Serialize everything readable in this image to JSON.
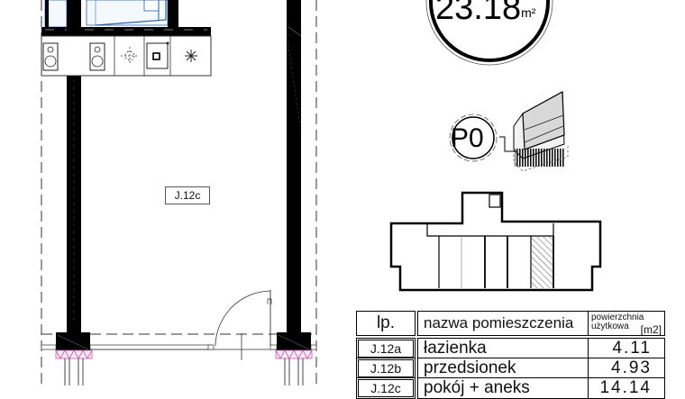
{
  "floor_plan": {
    "room_label": "J.12c",
    "total_area": {
      "value": "23.18",
      "unit": "m²"
    },
    "floor_marker": "P0",
    "kitchen_appliances": [
      "fridge-icon",
      "fridge-icon",
      "hob-icon",
      "oven-icon",
      "extractor-icon"
    ]
  },
  "room_table": {
    "headers": {
      "lp": "lp.",
      "name": "nazwa pomieszczenia",
      "area_line1": "powierzchnia",
      "area_line2": "użytkowa",
      "area_unit": "[m2]"
    },
    "rows": [
      {
        "id": "J.12a",
        "name": "łazienka",
        "area": "4.11"
      },
      {
        "id": "J.12b",
        "name": "przedsionek",
        "area": "4.93"
      },
      {
        "id": "J.12c",
        "name": "pokój + aneks",
        "area": "14.14"
      }
    ]
  },
  "colors": {
    "wall": "#000000",
    "glass_blue": "#2a5fa8",
    "insulation_pink": "#c060b0",
    "hatch": "#555555"
  }
}
